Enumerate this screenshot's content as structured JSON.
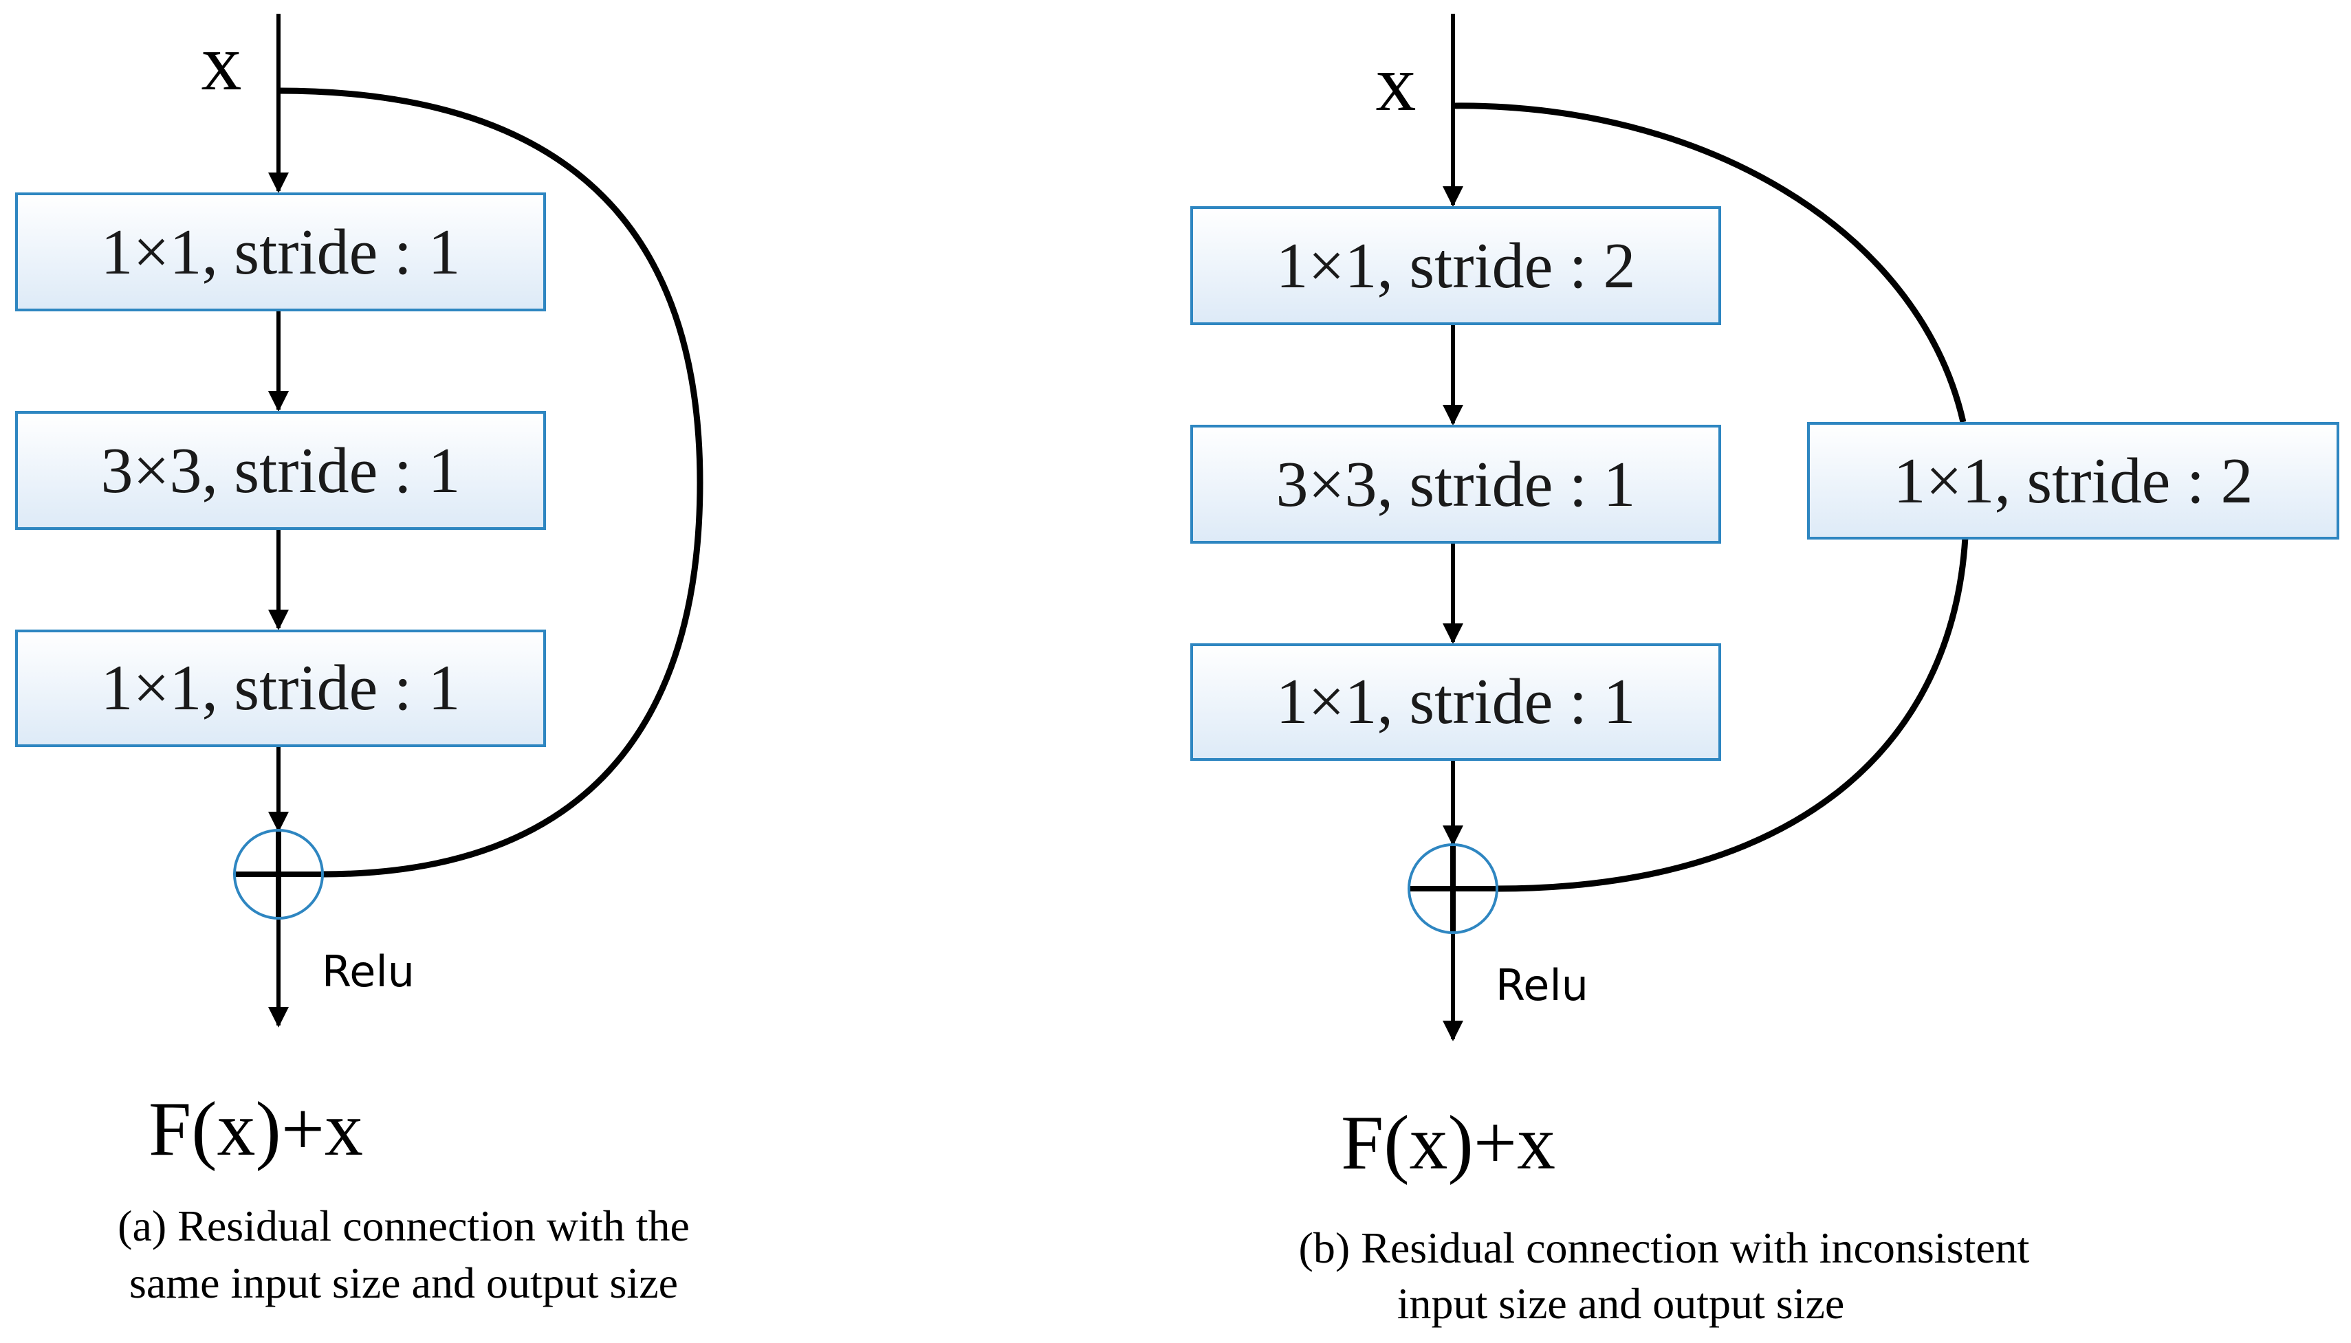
{
  "panel_a": {
    "input_label": "x",
    "blocks": [
      "1×1, stride : 1",
      "3×3, stride : 1",
      "1×1, stride : 1"
    ],
    "activation_label": "Relu",
    "output_label": "F(x)+x",
    "caption": [
      "(a) Residual connection with the",
      "same input size and output size"
    ]
  },
  "panel_b": {
    "input_label": "x",
    "blocks": [
      "1×1, stride : 2",
      "3×3, stride : 1",
      "1×1, stride : 1"
    ],
    "shortcut_block": "1×1, stride : 2",
    "activation_label": "Relu",
    "output_label": "F(x)+x",
    "caption": [
      "(b) Residual connection with inconsistent",
      "input size and output size"
    ]
  },
  "colors": {
    "box_border": "#2e86c1",
    "box_fill_top": "#ffffff",
    "box_fill_bottom": "#ddeaf7"
  }
}
